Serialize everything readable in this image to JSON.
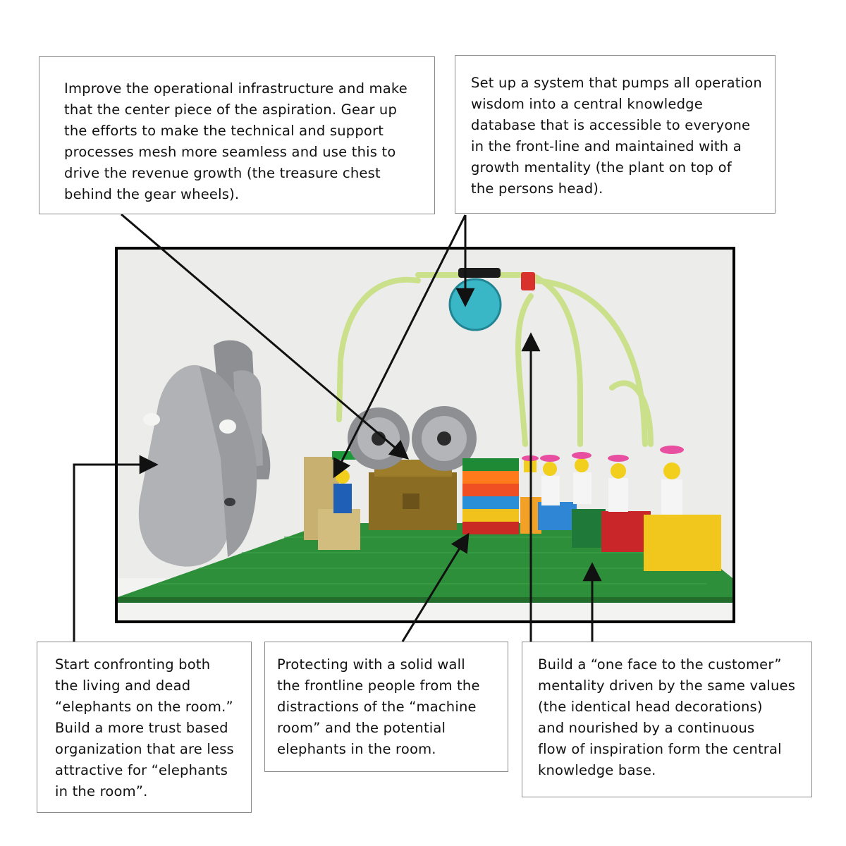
{
  "callouts": {
    "top_left": "Improve the operational infrastructure and make\nthat the center piece of the aspiration. Gear up\nthe efforts to make the technical and support\nprocesses mesh more seamless and use this to\ndrive the revenue growth (the treasure chest\nbehind the gear wheels).",
    "top_right": "Set up a system that pumps all operation\nwisdom into a central knowledge\ndatabase that is accessible to everyone\nin the front-line and maintained with a\ngrowth mentality (the plant on top of\nthe persons head).",
    "bottom_left": "Start confronting both\nthe living and dead\n“elephants on the room.”\nBuild a more trust based\norganization that are less\nattractive for “elephants\nin the room”.",
    "bottom_middle": "Protecting with a solid wall\nthe frontline people from the\ndistractions of the “machine\nroom” and the potential\nelephants in the room.",
    "bottom_right": "Build a “one face to the customer”\nmentality driven by the same values\n(the identical head decorations)\n and nourished by a continuous\nflow of inspiration form the central\nknowledge base."
  }
}
